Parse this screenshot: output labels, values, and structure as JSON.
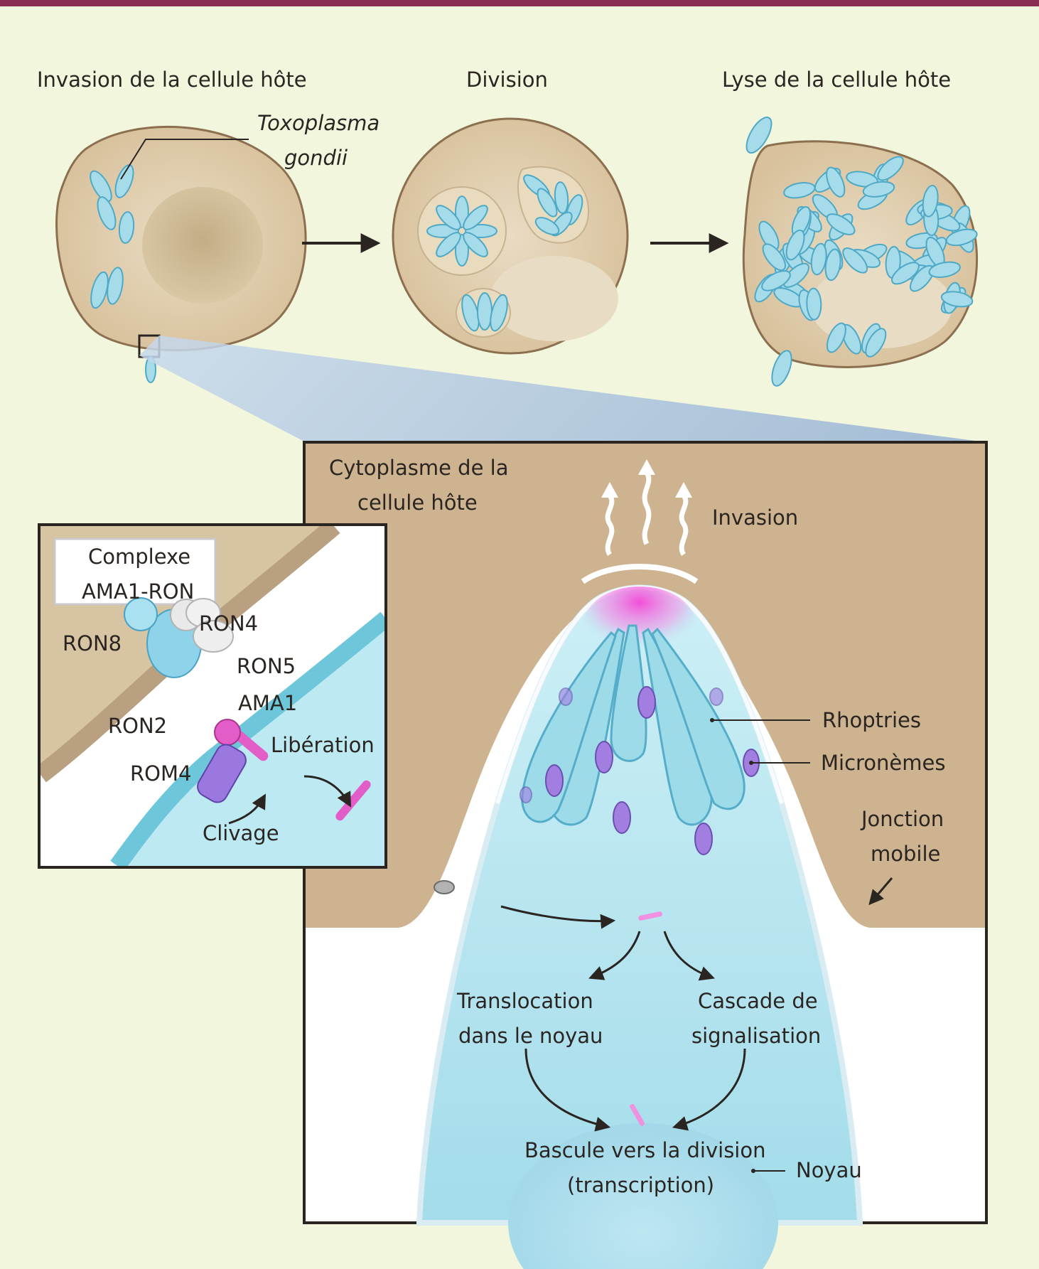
{
  "stages": {
    "invasion": "Invasion de la cellule hôte",
    "division": "Division",
    "lysis": "Lyse de la cellule hôte"
  },
  "organism": {
    "line1": "Toxoplasma",
    "line2": "gondii"
  },
  "inset": {
    "title_line1": "Complexe",
    "title_line2": "AMA1-RON",
    "proteins": {
      "ron8": "RON8",
      "ron4": "RON4",
      "ron5": "RON5",
      "ron2": "RON2",
      "ama1": "AMA1",
      "rom4": "ROM4"
    },
    "release": "Libération",
    "cleavage": "Clivage"
  },
  "main": {
    "cytoplasm_line1": "Cytoplasme de la",
    "cytoplasm_line2": "cellule hôte",
    "invasion": "Invasion",
    "rhoptries": "Rhoptries",
    "micronemes": "Micronèmes",
    "junction_line1": "Jonction",
    "junction_line2": "mobile",
    "translocation_line1": "Translocation",
    "translocation_line2": "dans le noyau",
    "cascade_line1": "Cascade de",
    "cascade_line2": "signalisation",
    "switch_line1": "Bascule vers la division",
    "switch_line2": "(transcription)",
    "nucleus": "Noyau"
  },
  "colors": {
    "top_bar": "#8a2d55",
    "background": "#f1f6dd",
    "host_cell": "#dbc7a6",
    "host_cytoplasm": "#cdb38f",
    "parasite": "#a6dbe9",
    "parasite_stroke": "#4fa9c6",
    "ama1": "#e05bc6",
    "rom4": "#9b78e0",
    "micronemes": "#9a6fd0",
    "apical": "#f060d8"
  }
}
